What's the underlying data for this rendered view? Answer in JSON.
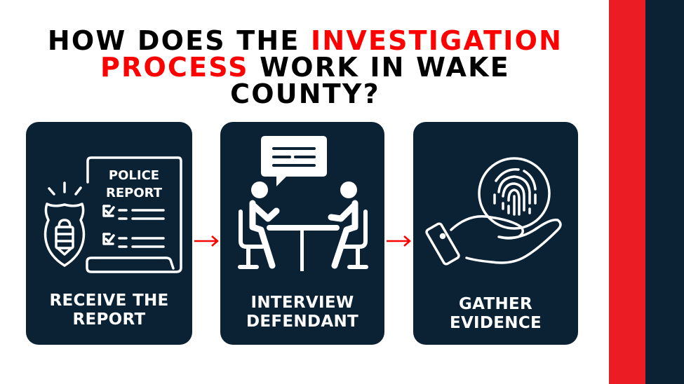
{
  "title": {
    "line1_plain": "HOW DOES THE ",
    "line1_accent": "INVESTIGATION",
    "line2_accent": "PROCESS",
    "line2_plain": " WORK IN WAKE",
    "line3_plain": "COUNTY?"
  },
  "colors": {
    "background": "#ffffff",
    "accent_red": "#ff0000",
    "stripe_red": "#ec1c24",
    "navy": "#0b2235",
    "text_dark": "#000000",
    "card_text": "#ffffff"
  },
  "steps": [
    {
      "icon": "police-report-icon",
      "icon_text_line1": "POLICE",
      "icon_text_line2": "REPORT",
      "label_line1": "RECEIVE THE",
      "label_line2": "REPORT"
    },
    {
      "icon": "interview-icon",
      "label_line1": "INTERVIEW",
      "label_line2": "DEFENDANT"
    },
    {
      "icon": "fingerprint-hand-icon",
      "label_line1": "GATHER",
      "label_line2": "EVIDENCE"
    }
  ],
  "connectors": [
    {
      "icon": "arrow-right-icon"
    },
    {
      "icon": "arrow-right-icon"
    }
  ]
}
